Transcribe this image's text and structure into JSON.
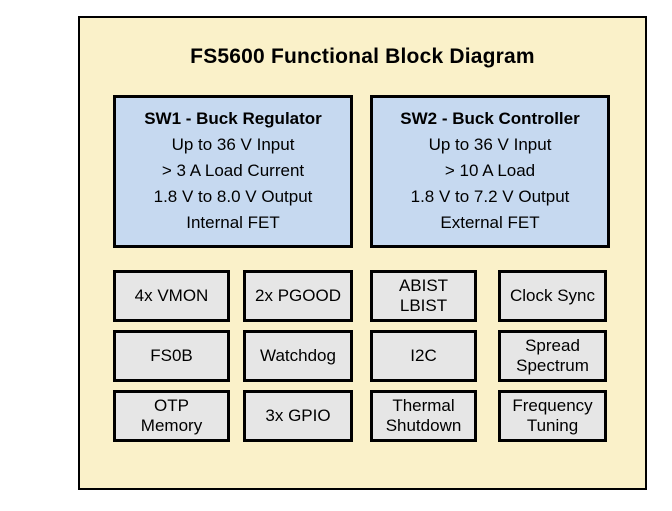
{
  "title": "FS5600 Functional Block Diagram",
  "features": {
    "sw1": {
      "title": "SW1 - Buck Regulator",
      "lines": [
        "Up to 36 V Input",
        "> 3 A Load Current",
        "1.8 V to 8.0 V Output",
        "Internal FET"
      ]
    },
    "sw2": {
      "title": "SW2 - Buck Controller",
      "lines": [
        "Up to 36 V Input",
        "> 10 A Load",
        "1.8 V to 7.2 V Output",
        "External FET"
      ]
    }
  },
  "blocks": {
    "rows": [
      {
        "cells": [
          "4x VMON",
          "2x PGOOD",
          "ABIST\nLBIST",
          "Clock Sync"
        ]
      },
      {
        "cells": [
          "FS0B",
          "Watchdog",
          "I2C",
          "Spread\nSpectrum"
        ]
      },
      {
        "cells": [
          "OTP\nMemory",
          "3x GPIO",
          "Thermal\nShutdown",
          "Frequency\nTuning"
        ]
      }
    ]
  },
  "colors": {
    "page_background": "#ffffff",
    "panel_background": "#faf1c9",
    "feature_background": "#c6d9f0",
    "block_background": "#e6e6e6",
    "border": "#000000",
    "text": "#000000"
  }
}
